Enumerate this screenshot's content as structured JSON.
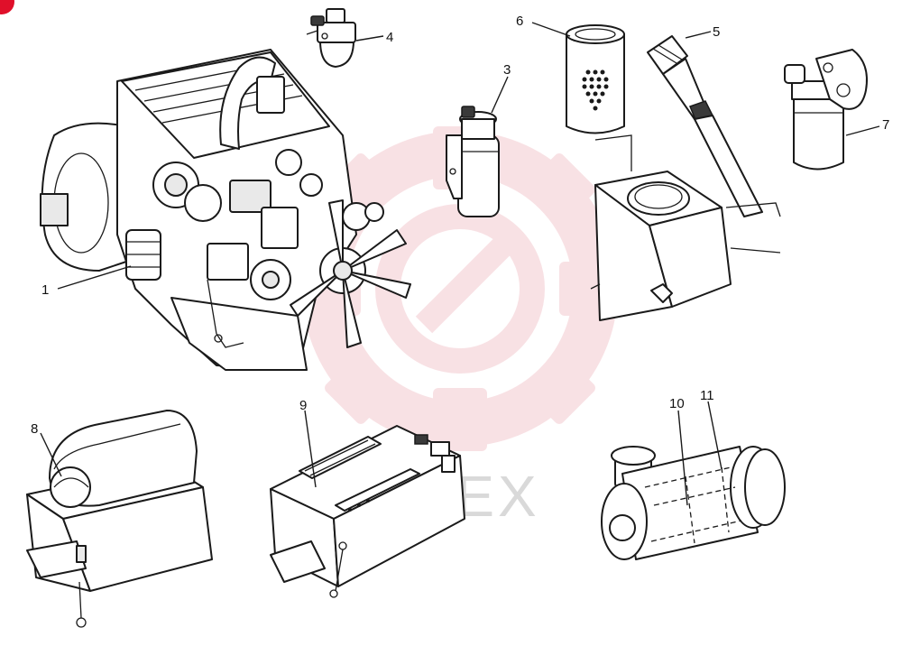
{
  "watermark": {
    "text": "ИНТЕХ",
    "gear_color": "#f3c9cf",
    "text_color": "#d9d9d9"
  },
  "callouts": {
    "c1": "1",
    "c2": "3",
    "c3": "4",
    "c4": "5",
    "c5": "6",
    "c6": "7",
    "c7": "8",
    "c8": "9",
    "c9": "10",
    "c10": "11"
  },
  "colors": {
    "ink": "#1a1a1a",
    "accent_badge": "#e0102a"
  }
}
